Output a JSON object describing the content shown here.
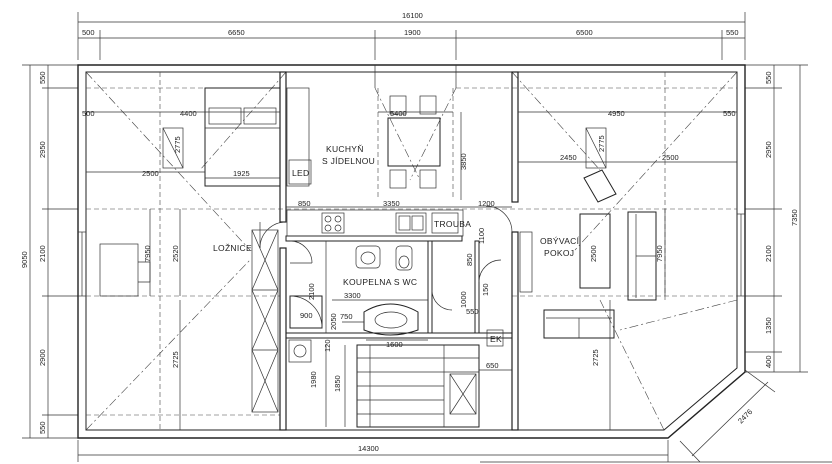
{
  "rooms": {
    "kitchen_line1": "KUCHYŇ",
    "kitchen_line2": "S JÍDELNOU",
    "bedroom": "LOŽNICE",
    "living_line1": "OBÝVACÍ",
    "living_line2": "POKOJ",
    "bathroom": "KOUPELNA S WC",
    "oven": "TROUBA",
    "led": "LED",
    "ek": "EK"
  },
  "dimensions": {
    "top_total": "16100",
    "top_segments": [
      "500",
      "6650",
      "1900",
      "6500",
      "550"
    ],
    "bottom_total": "14300",
    "left_total": "9050",
    "left_segments": [
      "550",
      "2950",
      "2100",
      "2900",
      "550"
    ],
    "right_total": "7350",
    "right_segments": [
      "550",
      "2950",
      "2100",
      "1350",
      "400"
    ],
    "diagonal": "2476",
    "interior": {
      "bedroom_top_500": "500",
      "bedroom_4400": "4400",
      "bedroom_2775_top": "2775",
      "bedroom_2500": "2500",
      "bedroom_1925": "1925",
      "bedroom_7950": "7950",
      "bedroom_2520": "2520",
      "bedroom_2725": "2725",
      "kitchen_5400": "5400",
      "kitchen_3850": "3850",
      "kitchen_850": "850",
      "kitchen_3350": "3350",
      "kitchen_1200": "1200",
      "living_4950": "4950",
      "living_550": "550",
      "living_2775": "2775",
      "living_2450": "2450",
      "living_2500": "2500",
      "living_7950": "7950",
      "living_2500_v": "2500",
      "living_2725": "2725",
      "bath_3300": "3300",
      "bath_2100": "2100",
      "bath_2050": "2050",
      "bath_900": "900",
      "bath_750": "750",
      "bath_1600": "1600",
      "bath_1100": "1100",
      "bath_850": "850",
      "bath_550": "550",
      "bath_1000": "1000",
      "bath_150": "150",
      "bath_120": "120",
      "bath_1980": "1980",
      "bath_1850": "1850",
      "stair_650": "650"
    }
  }
}
